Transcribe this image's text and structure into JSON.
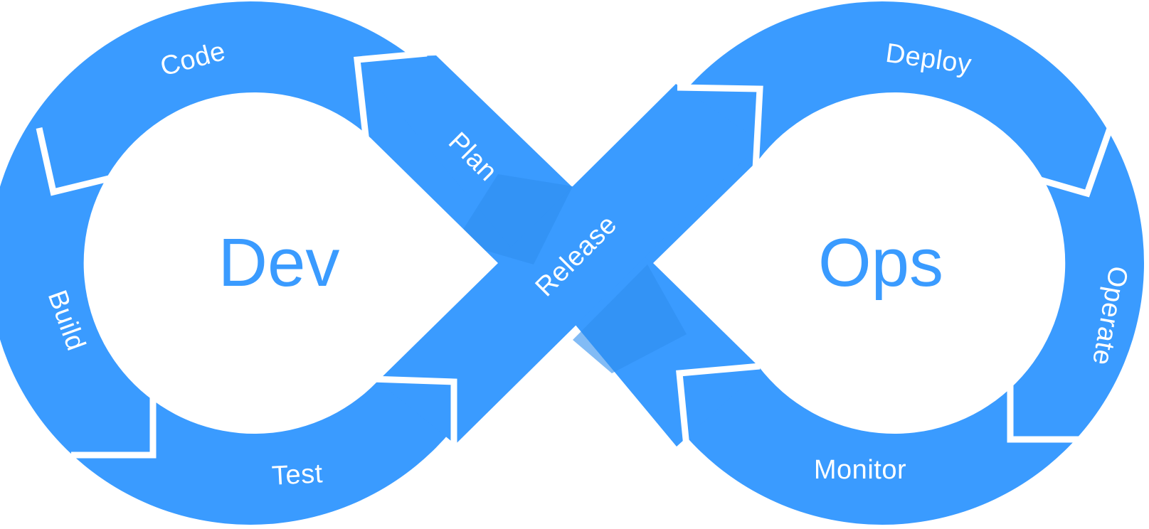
{
  "diagram": {
    "hubs": {
      "dev": "Dev",
      "ops": "Ops"
    },
    "stages": {
      "code": "Code",
      "plan": "Plan",
      "build": "Build",
      "test": "Test",
      "release": "Release",
      "deploy": "Deploy",
      "operate": "Operate",
      "monitor": "Monitor"
    },
    "colors": {
      "band": "#3a9bff",
      "band_shade": "#2f8eef",
      "hub_fill": "#ffffff",
      "hub_text": "#3a9bff",
      "stage_text": "#ffffff",
      "divider": "#ffffff"
    }
  }
}
